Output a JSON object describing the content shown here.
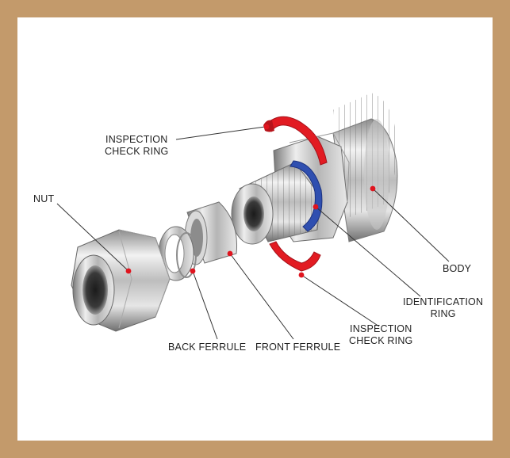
{
  "labels": {
    "inspection_check_ring_top": [
      "INSPECTION",
      "CHECK RING"
    ],
    "nut": "NUT",
    "body": "BODY",
    "identification_ring": [
      "IDENTIFICATION",
      "RING"
    ],
    "inspection_check_ring_bottom": [
      "INSPECTION",
      "CHECK RING"
    ],
    "back_ferrule": "BACK FERRULE",
    "front_ferrule": "FRONT FERRULE"
  },
  "colors": {
    "frame": "#c39a6b",
    "background": "#ffffff",
    "marker": "#e0141e",
    "check_ring": "#e21b22",
    "identification_ring": "#2f4fb0",
    "leader_line": "#333333"
  }
}
